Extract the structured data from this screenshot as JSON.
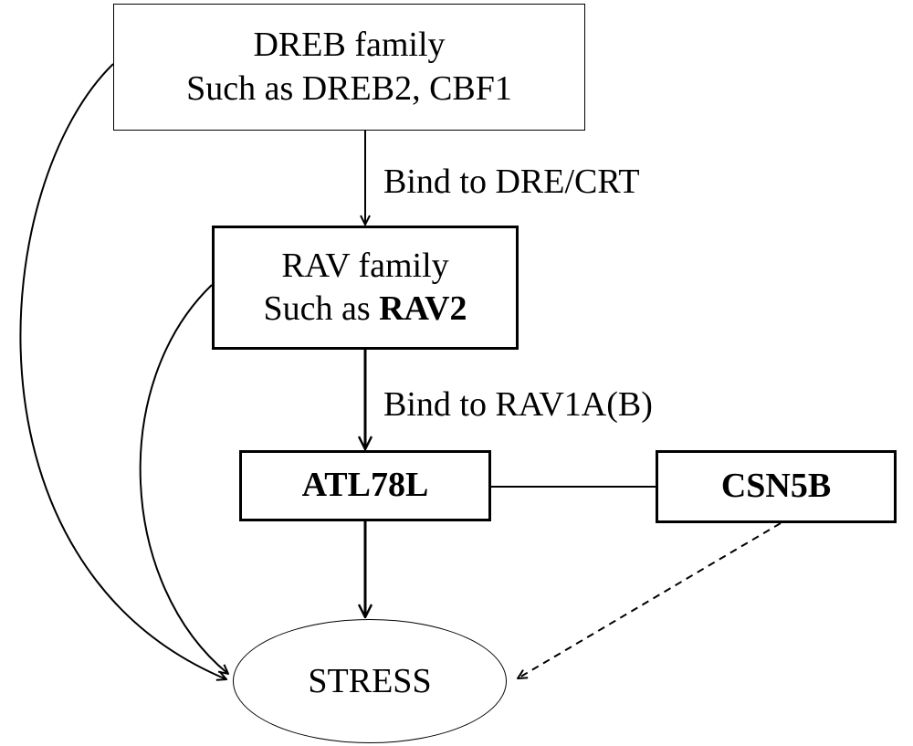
{
  "nodes": {
    "dreb": {
      "line1": "DREB family",
      "line2": "Such as DREB2, CBF1"
    },
    "rav": {
      "line1": "RAV family",
      "line2_prefix": "Such as ",
      "line2_bold": "RAV2"
    },
    "atl78l": {
      "label": "ATL78L"
    },
    "csn5b": {
      "label": "CSN5B"
    },
    "stress": {
      "label": "STRESS"
    }
  },
  "edges": {
    "dreb_to_rav": "Bind to DRE/CRT",
    "rav_to_atl78l": "Bind to RAV1A(B)"
  }
}
